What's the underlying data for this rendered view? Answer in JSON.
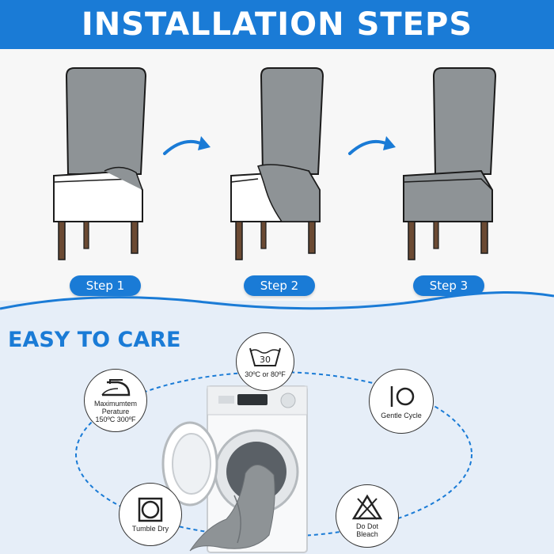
{
  "header": {
    "title": "INSTALLATION STEPS"
  },
  "steps": [
    {
      "label": "Step 1"
    },
    {
      "label": "Step 2"
    },
    {
      "label": "Step 3"
    }
  ],
  "care": {
    "title": "EASY TO CARE",
    "items": {
      "wash": {
        "label": "30ºC or 80ºF",
        "icon": "wash-30-icon",
        "value": "30"
      },
      "iron": {
        "label": "Maximumtem\nPerature\n150ºC 300ºF",
        "icon": "iron-icon"
      },
      "gentle": {
        "label": "Gentle Cycle",
        "icon": "gentle-cycle-icon"
      },
      "tumble": {
        "label": "Tumble Dry",
        "icon": "tumble-dry-icon"
      },
      "bleach": {
        "label": "Do Dot\nBleach",
        "icon": "no-bleach-icon"
      }
    }
  },
  "colors": {
    "accent": "#1a7bd6",
    "cover": "#8e9396",
    "seat_white": "#ffffff"
  }
}
